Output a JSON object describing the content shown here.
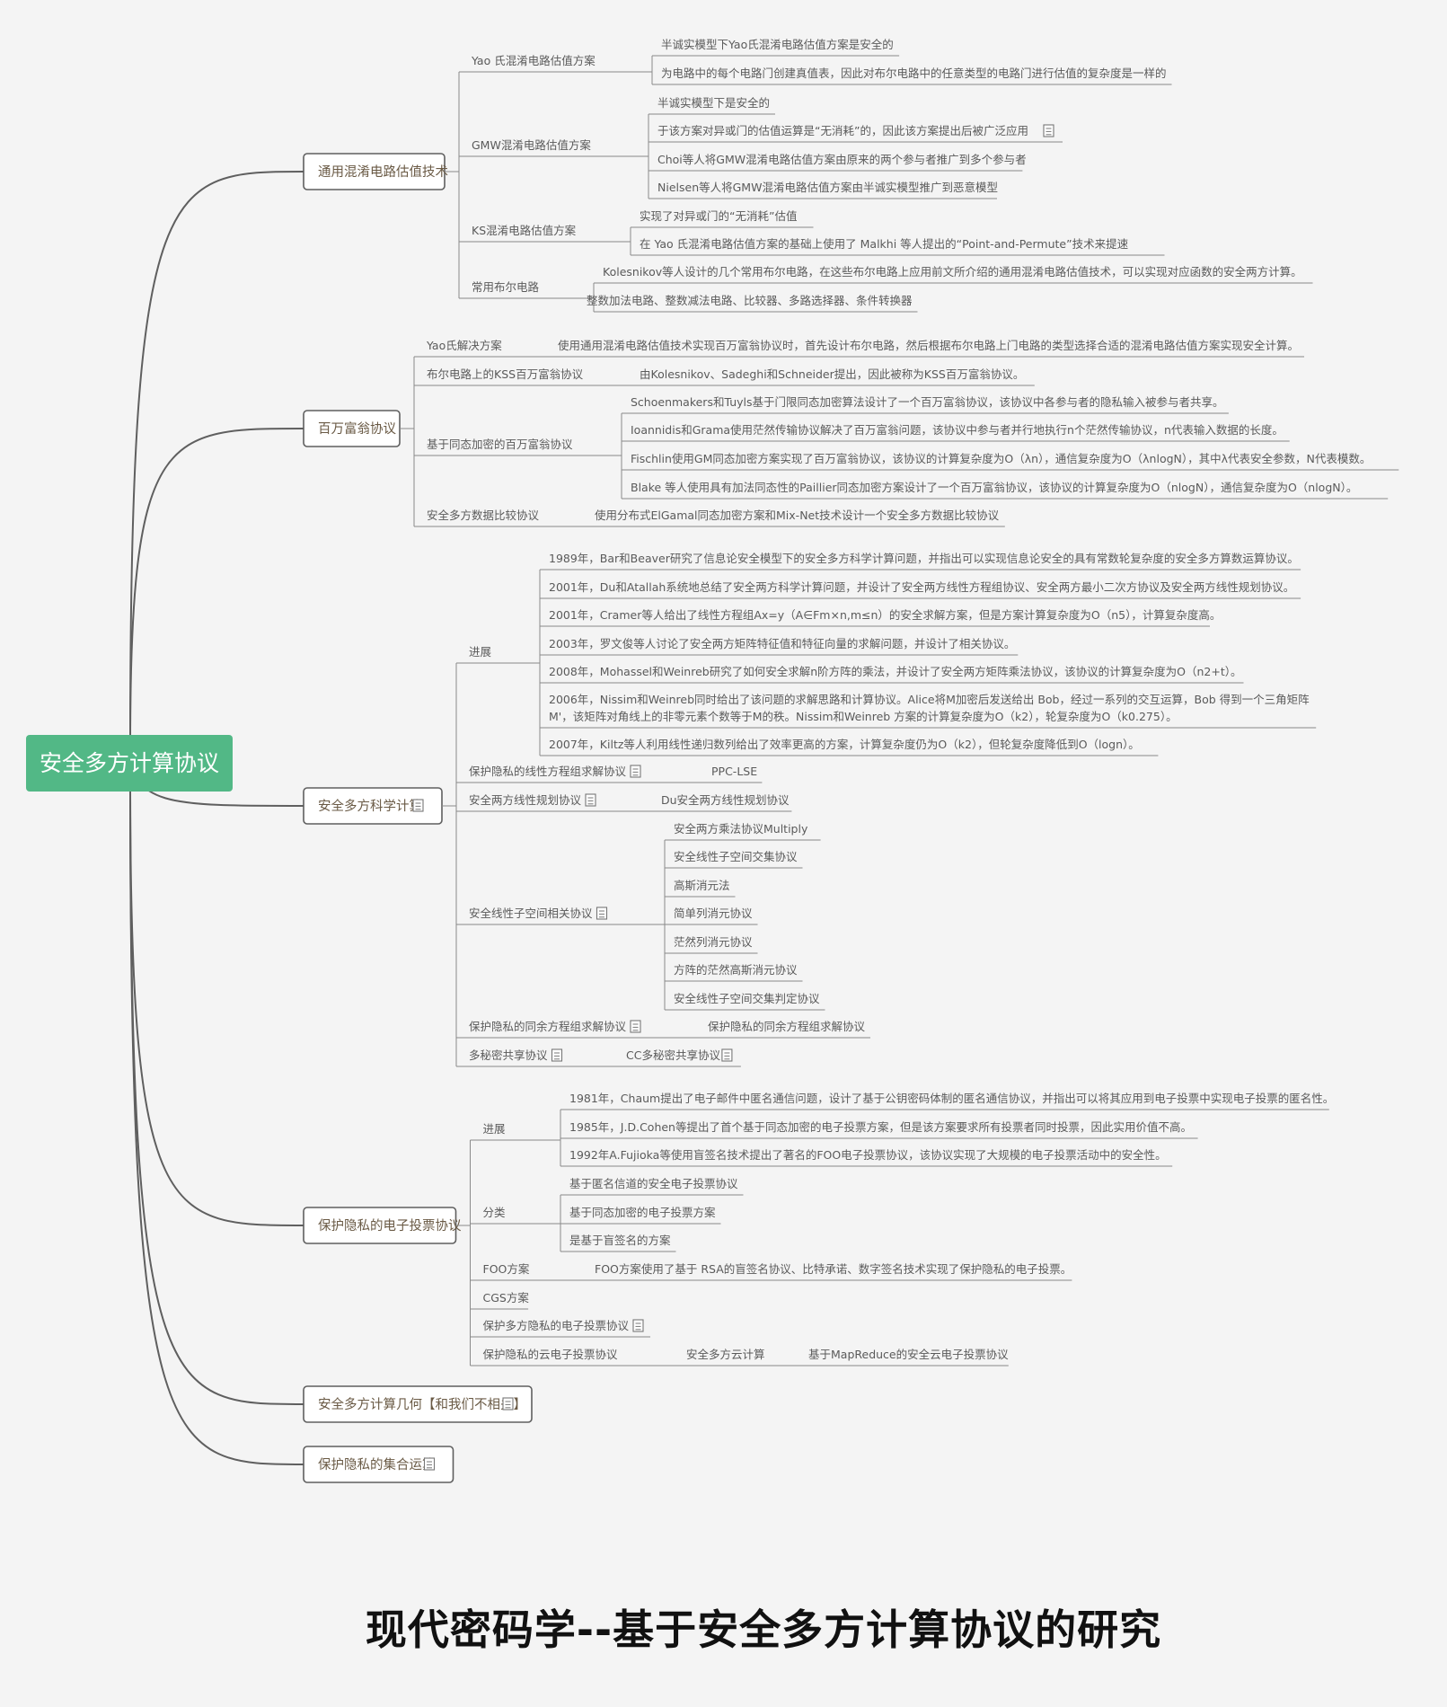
{
  "root": {
    "label": "安全多方计算协议",
    "color": "#52b886"
  },
  "title": "现代密码学--基于安全多方计算协议的研究",
  "branches": [
    {
      "label": "通用混淆电路估值技术",
      "note": false,
      "children": [
        {
          "label": "Yao 氏混淆电路估值方案",
          "children": [
            {
              "label": "半诚实模型下Yao氏混淆电路估值方案是安全的"
            },
            {
              "label": "为电路中的每个电路门创建真值表，因此对布尔电路中的任意类型的电路门进行估值的复杂度是一样的"
            }
          ]
        },
        {
          "label": "GMW混淆电路估值方案",
          "children": [
            {
              "label": "半诚实模型下是安全的"
            },
            {
              "label": "于该方案对异或门的估值运算是“无消耗”的，因此该方案提出后被广泛应用",
              "note": true
            },
            {
              "label": "Choi等人将GMW混淆电路估值方案由原来的两个参与者推广到多个参与者"
            },
            {
              "label": "Nielsen等人将GMW混淆电路估值方案由半诚实模型推广到恶意模型"
            }
          ]
        },
        {
          "label": "KS混淆电路估值方案",
          "children": [
            {
              "label": "实现了对异或门的“无消耗”估值"
            },
            {
              "label": "在 Yao 氏混淆电路估值方案的基础上使用了 Malkhi 等人提出的“Point-and-Permute”技术来提速"
            }
          ]
        },
        {
          "label": "常用布尔电路",
          "children": [
            {
              "label": "Kolesnikov等人设计的几个常用布尔电路，在这些布尔电路上应用前文所介绍的通用混淆电路估值技术，可以实现对应函数的安全两方计算。"
            },
            {
              "label": "整数加法电路、整数减法电路、比较器、多路选择器、条件转换器"
            }
          ]
        }
      ]
    },
    {
      "label": "百万富翁协议",
      "note": false,
      "children": [
        {
          "label": "Yao氏解决方案",
          "children": [
            {
              "label": "使用通用混淆电路估值技术实现百万富翁协议时，首先设计布尔电路，然后根据布尔电路上门电路的类型选择合适的混淆电路估值方案实现安全计算。"
            }
          ]
        },
        {
          "label": "布尔电路上的KSS百万富翁协议",
          "children": [
            {
              "label": "由Kolesnikov、Sadeghi和Schneider提出，因此被称为KSS百万富翁协议。"
            }
          ]
        },
        {
          "label": "基于同态加密的百万富翁协议",
          "children": [
            {
              "label": "Schoenmakers和Tuyls基于门限同态加密算法设计了一个百万富翁协议，该协议中各参与者的隐私输入被参与者共享。"
            },
            {
              "label": "Ioannidis和Grama使用茫然传输协议解决了百万富翁问题，该协议中参与者并行地执行n个茫然传输协议，n代表输入数据的长度。"
            },
            {
              "label": "Fischlin使用GM同态加密方案实现了百万富翁协议，该协议的计算复杂度为O（λn），通信复杂度为O（λnlogN），其中λ代表安全参数，N代表模数。"
            },
            {
              "label": "Blake 等人使用具有加法同态性的Paillier同态加密方案设计了一个百万富翁协议，该协议的计算复杂度为O（nlogN），通信复杂度为O（nlogN）。"
            }
          ]
        },
        {
          "label": "安全多方数据比较协议",
          "children": [
            {
              "label": "使用分布式ElGamal同态加密方案和Mix-Net技术设计一个安全多方数据比较协议"
            }
          ]
        }
      ]
    },
    {
      "label": "安全多方科学计算",
      "note": true,
      "children": [
        {
          "label": "进展",
          "children": [
            {
              "label": "1989年，Bar和Beaver研究了信息论安全模型下的安全多方科学计算问题，并指出可以实现信息论安全的具有常数轮复杂度的安全多方算数运算协议。"
            },
            {
              "label": "2001年，Du和Atallah系统地总结了安全两方科学计算问题，并设计了安全两方线性方程组协议、安全两方最小二次方协议及安全两方线性规划协议。"
            },
            {
              "label": "2001年，Cramer等人给出了线性方程组Ax=y（A∈Fm×n,m≤n）的安全求解方案，但是方案计算复杂度为O（n5），计算复杂度高。"
            },
            {
              "label": "2003年，罗文俊等人讨论了安全两方矩阵特征值和特征向量的求解问题，并设计了相关协议。"
            },
            {
              "label": "2008年，Mohassel和Weinreb研究了如何安全求解n阶方阵的乘法，并设计了安全两方矩阵乘法协议，该协议的计算复杂度为O（n2+t）。"
            },
            {
              "label": "2006年，Nissim和Weinreb同时给出了该问题的求解思路和计算协议。Alice将M加密后发送给出 Bob，经过一系列的交互运算，Bob 得到一个三角矩阵",
              "label2": "M'，该矩阵对角线上的非零元素个数等于M的秩。Nissim和Weinreb 方案的计算复杂度为O（k2），轮复杂度为O（k0.275）。"
            },
            {
              "label": "2007年，Kiltz等人利用线性递归数列给出了效率更高的方案，计算复杂度仍为O（k2），但轮复杂度降低到O（logn）。"
            }
          ]
        },
        {
          "label": "保护隐私的线性方程组求解协议",
          "note": true,
          "children": [
            {
              "label": "PPC-LSE"
            }
          ]
        },
        {
          "label": "安全两方线性规划协议",
          "note": true,
          "children": [
            {
              "label": "Du安全两方线性规划协议"
            }
          ]
        },
        {
          "label": "安全线性子空间相关协议",
          "note": true,
          "children": [
            {
              "label": "安全两方乘法协议Multiply"
            },
            {
              "label": "安全线性子空间交集协议"
            },
            {
              "label": "高斯消元法"
            },
            {
              "label": "简单列消元协议"
            },
            {
              "label": "茫然列消元协议"
            },
            {
              "label": "方阵的茫然高斯消元协议"
            },
            {
              "label": "安全线性子空间交集判定协议"
            }
          ]
        },
        {
          "label": "保护隐私的同余方程组求解协议",
          "note": true,
          "children": [
            {
              "label": "保护隐私的同余方程组求解协议"
            }
          ]
        },
        {
          "label": "多秘密共享协议",
          "note": true,
          "children": [
            {
              "label": "CC多秘密共享协议",
              "note": true
            }
          ]
        }
      ]
    },
    {
      "label": "保护隐私的电子投票协议",
      "note": false,
      "children": [
        {
          "label": "进展",
          "children": [
            {
              "label": "1981年，Chaum提出了电子邮件中匿名通信问题，设计了基于公钥密码体制的匿名通信协议，并指出可以将其应用到电子投票中实现电子投票的匿名性。"
            },
            {
              "label": "1985年，J.D.Cohen等提出了首个基于同态加密的电子投票方案，但是该方案要求所有投票者同时投票，因此实用价值不高。"
            },
            {
              "label": "1992年A.Fujioka等使用盲签名技术提出了著名的FOO电子投票协议，该协议实现了大规模的电子投票活动中的安全性。"
            }
          ]
        },
        {
          "label": "分类",
          "children": [
            {
              "label": "基于匿名信道的安全电子投票协议"
            },
            {
              "label": "基于同态加密的电子投票方案"
            },
            {
              "label": "是基于盲签名的方案"
            }
          ]
        },
        {
          "label": "FOO方案",
          "children": [
            {
              "label": "FOO方案使用了基于 RSA的盲签名协议、比特承诺、数字签名技术实现了保护隐私的电子投票。"
            }
          ]
        },
        {
          "label": "CGS方案",
          "children": []
        },
        {
          "label": "保护多方隐私的电子投票协议",
          "note": true,
          "children": []
        },
        {
          "label": "保护隐私的云电子投票协议",
          "children": [
            {
              "label": "安全多方云计算",
              "children": [
                {
                  "label": "基于MapReduce的安全云电子投票协议"
                }
              ]
            }
          ]
        }
      ]
    },
    {
      "label": "安全多方计算几何【和我们不相关】",
      "note": true,
      "children": []
    },
    {
      "label": "保护隐私的集合运算",
      "note": true,
      "children": []
    }
  ]
}
